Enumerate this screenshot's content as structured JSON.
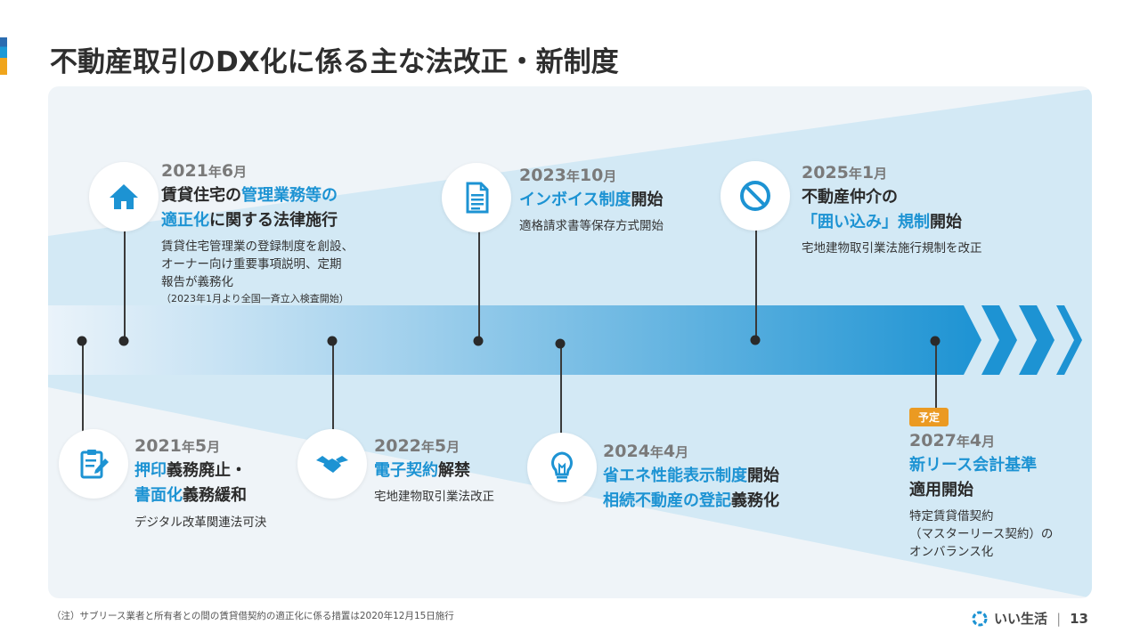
{
  "title": "不動産取引のDX化に係る主な法改正・新制度",
  "colors": {
    "accent": "#1d93d3",
    "badge": "#eb9a22",
    "panel": "#eff4f8"
  },
  "events": [
    {
      "id": "2021-6",
      "year": "2021",
      "y_unit": "年",
      "month": "6",
      "m_unit": "月",
      "line1_blue": "",
      "line1_black_a": "賃貸住宅の",
      "line1_blue_b": "管理業務等の",
      "line2_blue": "適正化",
      "line2_black": "に関する法律施行",
      "desc": [
        "賃貸住宅管理業の登録制度を創設、",
        "オーナー向け重要事項説明、定期",
        "報告が義務化"
      ],
      "note": "（2023年1月より全国一斉立入検査開始）",
      "icon": "house-icon"
    },
    {
      "id": "2023-10",
      "year": "2023",
      "y_unit": "年",
      "month": "10",
      "m_unit": "月",
      "line1_blue": "インボイス制度",
      "line1_black": "開始",
      "desc": [
        "適格請求書等保存方式開始"
      ],
      "icon": "document-icon"
    },
    {
      "id": "2025-1",
      "year": "2025",
      "y_unit": "年",
      "month": "1",
      "m_unit": "月",
      "line1_black": "不動産仲介の",
      "line2_blue": "「囲い込み」規制",
      "line2_black": "開始",
      "desc": [
        "宅地建物取引業法施行規制を改正"
      ],
      "icon": "prohibited-icon"
    },
    {
      "id": "2021-5",
      "year": "2021",
      "y_unit": "年",
      "month": "5",
      "m_unit": "月",
      "line1_blue": "押印",
      "line1_black": "義務廃止・",
      "line2_blue": "書面化",
      "line2_black": "義務緩和",
      "desc": [
        "デジタル改革関連法可決"
      ],
      "icon": "clipboard-icon"
    },
    {
      "id": "2022-5",
      "year": "2022",
      "y_unit": "年",
      "month": "5",
      "m_unit": "月",
      "line1_blue": "電子契約",
      "line1_black": "解禁",
      "desc": [
        "宅地建物取引業法改正"
      ],
      "icon": "handshake-icon"
    },
    {
      "id": "2024-4",
      "year": "2024",
      "y_unit": "年",
      "month": "4",
      "m_unit": "月",
      "line1_blue": "省エネ性能表示制度",
      "line1_black": "開始",
      "line2_blue": "相続不動産の登記",
      "line2_black": "義務化",
      "icon": "lightbulb-icon"
    },
    {
      "id": "2027-4",
      "badge": "予定",
      "year": "2027",
      "y_unit": "年",
      "month": "4",
      "m_unit": "月",
      "line1_blue": "新リース会計基準",
      "line2_black": "適用開始",
      "desc": [
        "特定賃貸借契約",
        "（マスターリース契約）の",
        "オンバランス化"
      ]
    }
  ],
  "footnote": "（注）サブリース業者と所有者との間の賃貸借契約の適正化に係る措置は2020年12月15日施行",
  "brand": {
    "name": "いい生活",
    "separator": "|",
    "page": "13",
    "logo_icon": "brand-logo-icon"
  }
}
